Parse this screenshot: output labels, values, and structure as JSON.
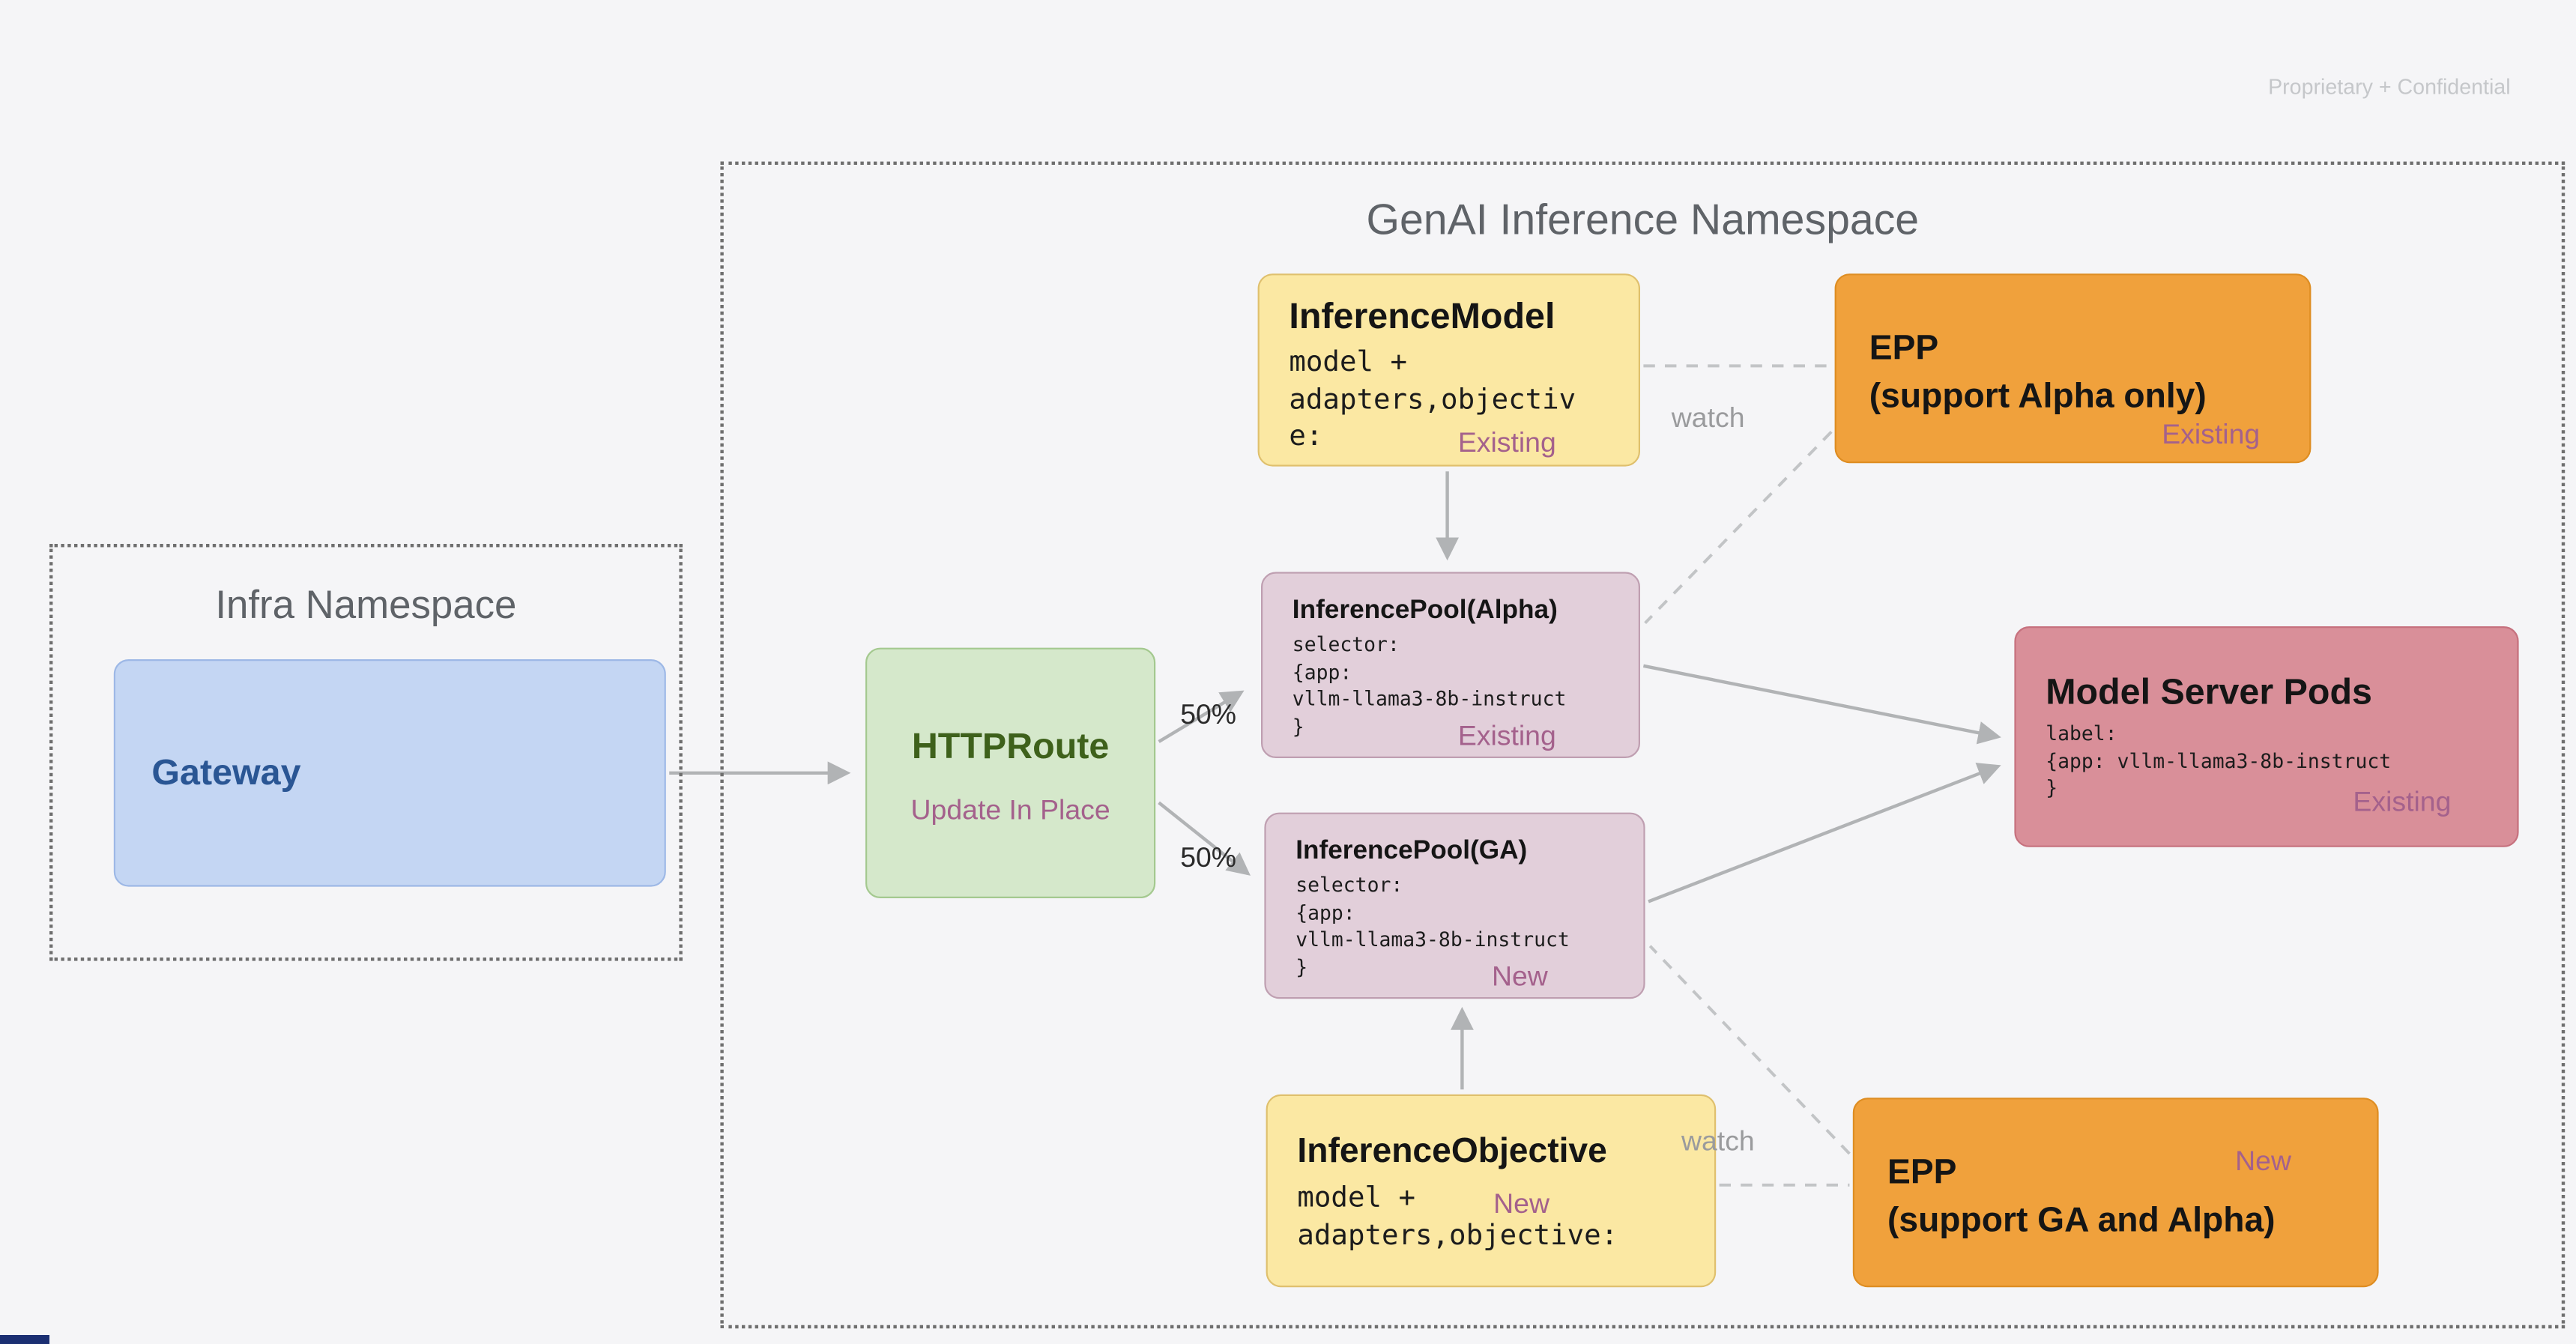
{
  "page": {
    "confidential": "Proprietary + Confidential"
  },
  "infra_namespace": {
    "title": "Infra Namespace",
    "gateway": {
      "title": "Gateway"
    }
  },
  "genai_namespace": {
    "title": "GenAI Inference Namespace",
    "httproute": {
      "title": "HTTPRoute",
      "subtitle": "Update In Place"
    },
    "inference_model": {
      "title": "InferenceModel",
      "code": "model +\nadapters,objectiv\ne:",
      "status": "Existing"
    },
    "epp_alpha": {
      "title": "EPP",
      "subtitle": "(support Alpha only)",
      "status": "Existing"
    },
    "pool_alpha": {
      "title": "InferencePool(Alpha)",
      "code": "selector:\n{app:\nvllm-llama3-8b-instruct\n}",
      "status": "Existing"
    },
    "pool_ga": {
      "title": "InferencePool(GA)",
      "code": "selector:\n{app:\nvllm-llama3-8b-instruct\n}",
      "status": "New"
    },
    "model_server_pods": {
      "title": "Model Server Pods",
      "code": "label:\n{app: vllm-llama3-8b-instruct\n}",
      "status": "Existing"
    },
    "inference_objective": {
      "title": "InferenceObjective",
      "code": "model +\nadapters,objective:",
      "status": "New"
    },
    "epp_ga": {
      "title": "EPP",
      "subtitle": "(support GA and Alpha)",
      "status": "New"
    }
  },
  "edges": {
    "split_top": "50%",
    "split_bottom": "50%",
    "watch_top": "watch",
    "watch_bottom": "watch"
  },
  "colors": {
    "background": "#f5f5f7",
    "status_text": "#a4618c",
    "yellow_fill": "#fbe8a3",
    "orange_fill": "#f0a13c",
    "mauve_fill": "#e2cfda",
    "rose_fill": "#d98f99",
    "green_fill": "#d5e8cb",
    "blue_fill": "#c4d6f3",
    "arrow": "#b1b3b5"
  }
}
